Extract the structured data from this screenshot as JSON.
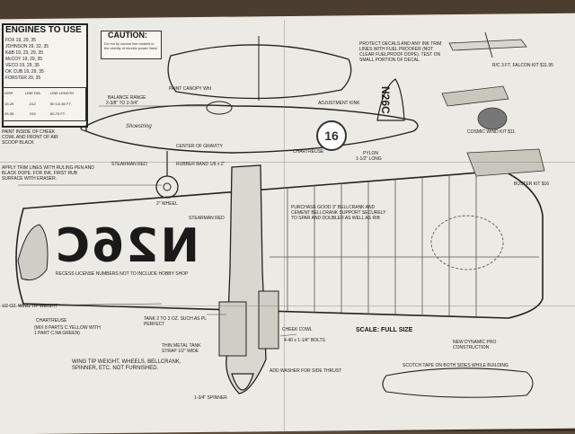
{
  "engines": {
    "title": "ENGINES TO USE",
    "list": [
      "FOX 19, 29, 35",
      "JOHNSON 29, 32, 35",
      "K&B 19, 23, 29, 35",
      "McCOY 19, 29, 35",
      "VECO 19, 29, 35",
      "OK CUB 19, 29, 35",
      "FORSTER 29, 35"
    ]
  },
  "line_table": {
    "headers": [
      "DISP.",
      "LINE DIA.",
      "LINE LENGTH"
    ],
    "rows": [
      [
        "19-29",
        ".012",
        "50 1/2-60 FT."
      ],
      [
        "29-35",
        ".015",
        "60-70 FT."
      ]
    ]
  },
  "caution": {
    "title": "CAUTION:",
    "text": "Do not fly control line models in the vicinity of electric power lines!"
  },
  "callouts": {
    "paint_canopy": "PAINT CANOPY Wht",
    "balance_range": "BALANCE RANGE",
    "balance_range_dim": "2-3/8\" TO 2-3/4\"",
    "adjustment_kink": "ADJUSTMENT KINK",
    "paint_inside": "PAINT INSIDE OF CHEEK COWL AND FRONT OF AIR SCOOP BLACK",
    "center_of_gravity": "CENTER OF GRAVITY",
    "chartreuse": "CHARTREUSE",
    "pylon": "PYLON",
    "pylon_len": "1-1/2\" LONG",
    "stearman_red": "STEARMAN RED",
    "rubber_band": "RUBBER BAND 1/8 x 2\"",
    "apply_trim": "APPLY TRIM LINES WITH RULING PEN AND BLACK DOPE. FOR INK, FIRST RUB SURFACE WITH ERASER.",
    "wheel": "2\" WHEEL",
    "stearman_red_2": "STEARMAN RED",
    "purchase_bellcrank": "PURCHASE GOOD 3\" BELLCRANK AND CEMENT BELLCRANK SUPPORT SECURELY TO SPAR AND DOUBLER AS WELL AS RIB",
    "protect_decals": "PROTECT DECALS AND ANY INK TRIM LINES WITH FUEL PROOFER (NOT CLEAR FUELPROOF DOPE). TEST ON SMALL PORTION OF DECAL.",
    "recess_numbers": "RECESS LICENSE NUMBERS NOT TO INCLUDE HOBBY SHOP",
    "wing_tip_weight": "1/2 OZ. WING TIP WEIGHT",
    "chartreuse_2": "CHARTREUSE",
    "mix_paint": "(MIX 8 PARTS C.YELLOW WITH 1 PART C.NA GREEN)",
    "tank": "TANK 2 TO 3 OZ. SUCH AS PL PERFECT",
    "thin_metal": "THIN METAL TANK STRAP 1/2\" WIDE",
    "cheek_cowl": "CHEEK COWL",
    "bolts": "4-40 x 1-1/4\" BOLTS",
    "washer": "ADD WASHER FOR SIDE THRUST",
    "spinner": "1-3/4\" SPINNER",
    "not_furnished": "WING TIP WEIGHT, WHEELS, BELLCRANK, SPINNER, ETC. NOT FURNISHED.",
    "scotch_tape": "SCOTCH TAPE ON BOTH SIDES WHILE BUILDING",
    "new_dynamic": "NEW DYNAMIC PRO CONSTRUCTION",
    "scale": "SCALE: FULL SIZE",
    "falcon": "R/C 3 FT. FALCON KIT $11.95",
    "cosmic_wind": "COSMIC WIND KIT $11",
    "buster": "BUSTER KIT $16"
  },
  "decals": {
    "registration_big": "N26C",
    "registration_small": "N26C",
    "race_number": "16",
    "script_name": "Shoestring"
  }
}
